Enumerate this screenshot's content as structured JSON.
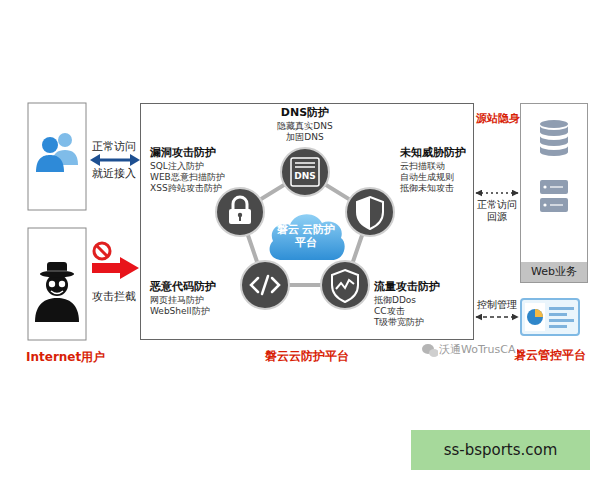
{
  "diagram": {
    "nodes": [
      {
        "text": [
          "磐云云防护平台"
        ]
      },
      {
        "text": [
          "磐云 云防护平台"
        ],
        "in": 0
      },
      {
        "text": [
          "Web业务"
        ]
      },
      {
        "text": [
          "磐云管控平台"
        ]
      },
      {
        "text": [
          "ss-bsports.com"
        ]
      }
    ],
    "edges": [
      {
        "from": 0,
        "to": 2,
        "arrow": "both",
        "label": "正常访问回源"
      },
      {
        "from": 0,
        "to": 3,
        "arrow": "both",
        "label": "控制管理"
      }
    ],
    "labels": [
      "正常访问",
      "就近接入",
      "攻击拦截",
      "Internet用户",
      "源站隐身",
      "DNS防护",
      "隐藏真实DNS",
      "加固DNS",
      "漏洞攻击防护",
      "SQL注入防护",
      "WEB恶意扫描防护",
      "XSS跨站攻击防护",
      "未知威胁防护",
      "云扫描联动",
      "自动生成规则",
      "抵御未知攻击",
      "DNS",
      "恶意代码防护",
      "网页挂马防护",
      "WebShell防护",
      "流量攻击防护",
      "抵御DDos",
      "CC攻击",
      "T级带宽防护",
      "沃通WoTrusCA"
    ]
  }
}
